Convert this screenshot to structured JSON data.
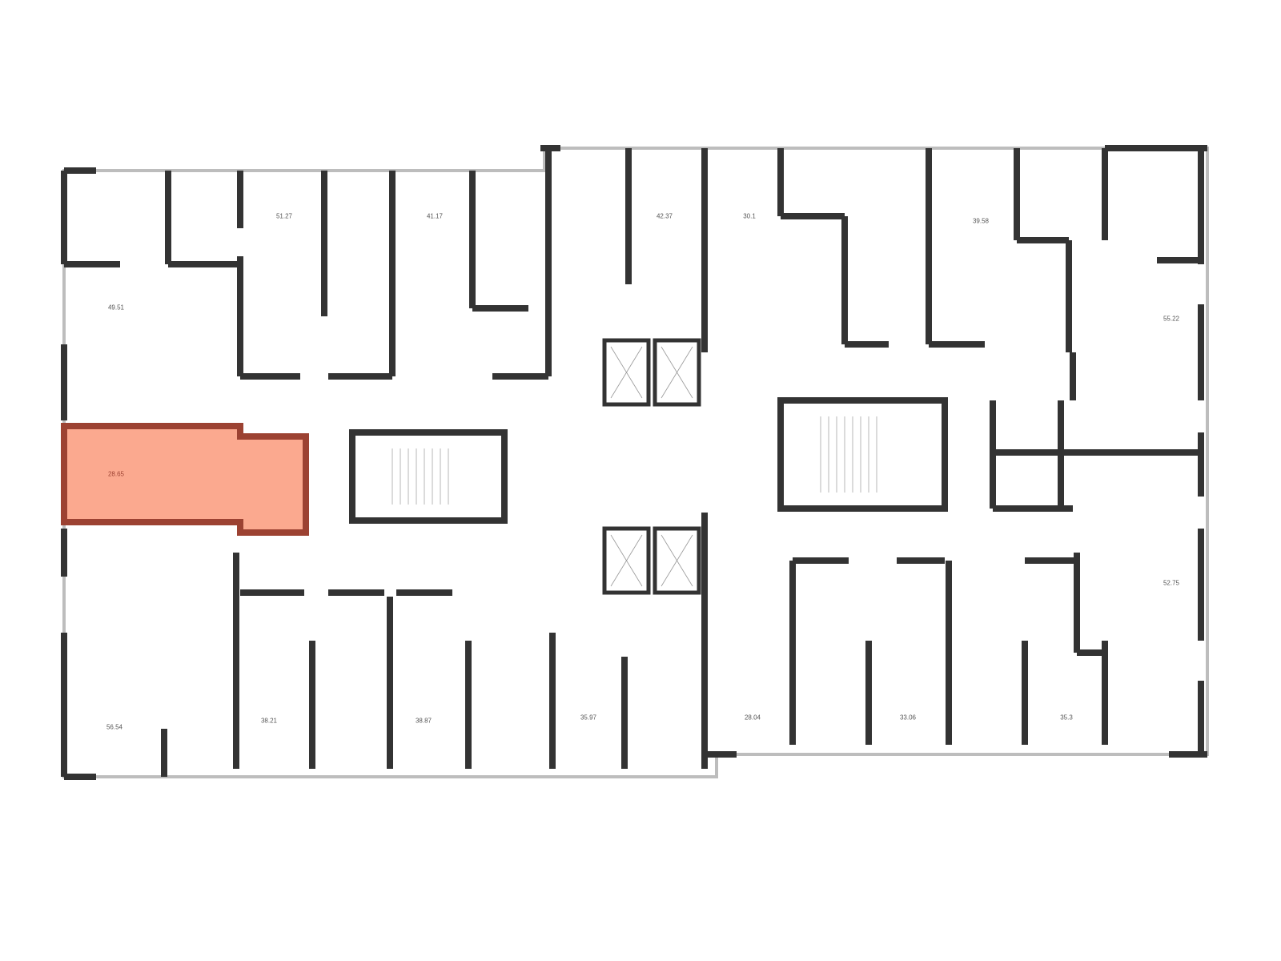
{
  "colors": {
    "wall": "#333333",
    "window": "#bdbdbd",
    "highlight_fill": "#fba98f",
    "highlight_border": "#9c4232"
  },
  "apartments": [
    {
      "id": "a1",
      "area": "51.27"
    },
    {
      "id": "a2",
      "area": "41.17"
    },
    {
      "id": "a3",
      "area": "42.37"
    },
    {
      "id": "a4",
      "area": "30.1"
    },
    {
      "id": "a5",
      "area": "39.58"
    },
    {
      "id": "a6",
      "area": "49.51"
    },
    {
      "id": "a7",
      "area": "55.22"
    },
    {
      "id": "a8",
      "area": "28.65",
      "selected": true
    },
    {
      "id": "a9",
      "area": "52.75"
    },
    {
      "id": "a10",
      "area": "56.54"
    },
    {
      "id": "a11",
      "area": "38.21"
    },
    {
      "id": "a12",
      "area": "38.87"
    },
    {
      "id": "a13",
      "area": "35.97"
    },
    {
      "id": "a14",
      "area": "28.04"
    },
    {
      "id": "a15",
      "area": "33.06"
    },
    {
      "id": "a16",
      "area": "35.3"
    }
  ]
}
